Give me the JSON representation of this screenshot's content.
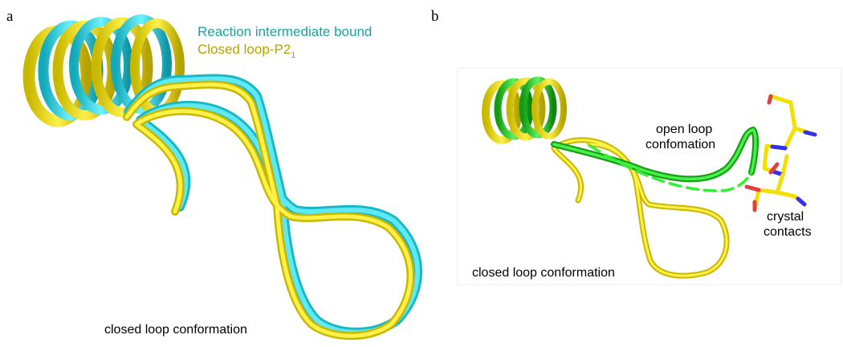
{
  "panel_a": {
    "letter": "a",
    "legend": [
      {
        "text": "Reaction intermediate bound",
        "color": "#1aa3a3"
      },
      {
        "text": "Closed loop-P2",
        "subscript": "1",
        "color": "#b5a500"
      }
    ],
    "label_closed": "closed loop conformation"
  },
  "panel_b": {
    "letter": "b",
    "label_open_1": "open loop",
    "label_open_2": "confomation",
    "label_crystal_1": "crystal",
    "label_crystal_2": "contacts",
    "label_closed": "closed loop conformation"
  },
  "colors": {
    "cyan": "#22d3e0",
    "yellow": "#f2e000",
    "green": "#22cc22",
    "oxygen": "#e04040",
    "nitrogen": "#3030ee"
  }
}
